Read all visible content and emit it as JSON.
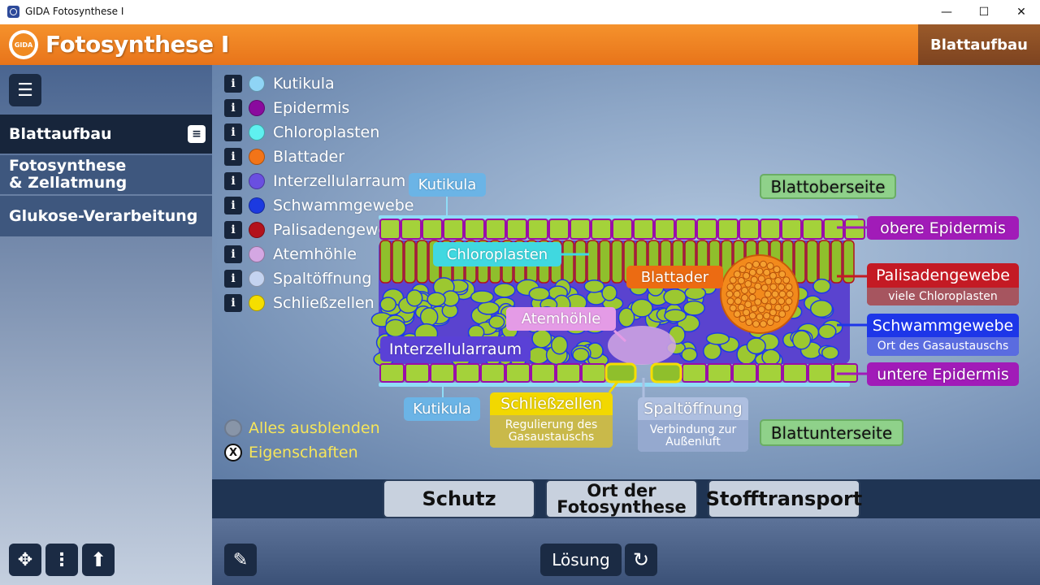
{
  "window": {
    "title": "GIDA Fotosynthese I",
    "minimize": "—",
    "maximize": "☐",
    "close": "✕"
  },
  "header": {
    "logo_text": "GIDA",
    "title": "Fotosynthese I",
    "section_tab": "Blattaufbau"
  },
  "sidebar": {
    "menu_icon": "☰",
    "items": [
      {
        "label": "Blattaufbau",
        "active": true
      },
      {
        "label": "Fotosynthese\n& Zellatmung",
        "active": false
      },
      {
        "label": "Glukose-Verarbeitung",
        "active": false
      }
    ],
    "submenu_icon": "≡"
  },
  "legend": [
    {
      "label": "Kutikula",
      "color": "#8fd4f5"
    },
    {
      "label": "Epidermis",
      "color": "#8a0a9e"
    },
    {
      "label": "Chloroplasten",
      "color": "#5ff0f0"
    },
    {
      "label": "Blattader",
      "color": "#f27418"
    },
    {
      "label": "Interzellularraum",
      "color": "#6a4fe0"
    },
    {
      "label": "Schwammgewebe",
      "color": "#1c3ae0"
    },
    {
      "label": "Palisadengewebe",
      "color": "#b3121c"
    },
    {
      "label": "Atemhöhle",
      "color": "#d4a7e3"
    },
    {
      "label": "Spaltöffnung",
      "color": "#c4d3f0"
    },
    {
      "label": "Schließzellen",
      "color": "#f5de00"
    }
  ],
  "info_icon": "i",
  "controls": {
    "hide_all": "Alles ausblenden",
    "properties": "Eigenschaften",
    "properties_icon": "X"
  },
  "diagram_labels": {
    "kutikula_top": "Kutikula",
    "blattoberseite": "Blattoberseite",
    "chloroplasten": "Chloroplasten",
    "obere_epidermis": "obere Epidermis",
    "blattader": "Blattader",
    "palisadengewebe": "Palisadengewebe",
    "palisadengewebe_sub": "viele Chloroplasten",
    "atemhoehle": "Atemhöhle",
    "schwammgewebe": "Schwammgewebe",
    "schwammgewebe_sub": "Ort des Gasaustauschs",
    "interzellularraum": "Interzellularraum",
    "untere_epidermis": "untere Epidermis",
    "kutikula_bottom": "Kutikula",
    "schliesszellen": "Schließzellen",
    "schliesszellen_sub": "Regulierung des Gasaustauschs",
    "spaltoeffnung": "Spaltöffnung",
    "spaltoeffnung_sub": "Verbindung zur Außenluft",
    "blattunterseite": "Blattunterseite"
  },
  "buttons": {
    "schutz": "Schutz",
    "ort": "Ort der Fotosynthese",
    "stofftransport": "Stofftransport",
    "loesung": "Lösung"
  }
}
